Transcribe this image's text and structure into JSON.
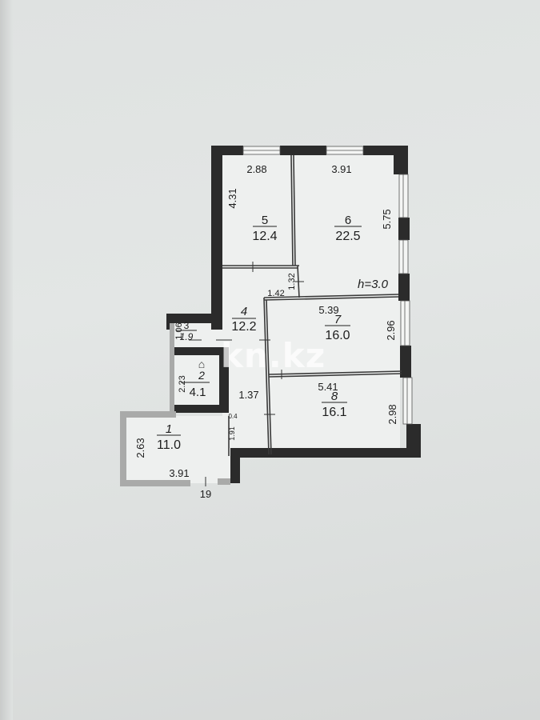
{
  "plan": {
    "ceiling_height": "h=3.0",
    "entrance_label": "19",
    "rooms": [
      {
        "number": "1",
        "area": "11.0",
        "dims": [
          "2.63",
          "3.91"
        ]
      },
      {
        "number": "2",
        "area": "4.1",
        "dims": [
          "2.23"
        ]
      },
      {
        "number": "3",
        "area": "1.9",
        "dims": [
          "1.06"
        ]
      },
      {
        "number": "4",
        "area": "12.2",
        "dims": [
          "1.42",
          "1.32",
          "1.37",
          "1.91",
          "0.4"
        ]
      },
      {
        "number": "5",
        "area": "12.4",
        "dims": [
          "2.88",
          "4.31"
        ]
      },
      {
        "number": "6",
        "area": "22.5",
        "dims": [
          "3.91",
          "5.75"
        ]
      },
      {
        "number": "7",
        "area": "16.0",
        "dims": [
          "5.39",
          "2.96"
        ]
      },
      {
        "number": "8",
        "area": "16.1",
        "dims": [
          "5.41",
          "2.98"
        ]
      }
    ],
    "colors": {
      "wall": "#2a2a2a",
      "balcony_wall": "#a9aaa9",
      "floor": "#eef0ef",
      "background": "#e0e3e2"
    }
  },
  "watermark": "kn.kz"
}
